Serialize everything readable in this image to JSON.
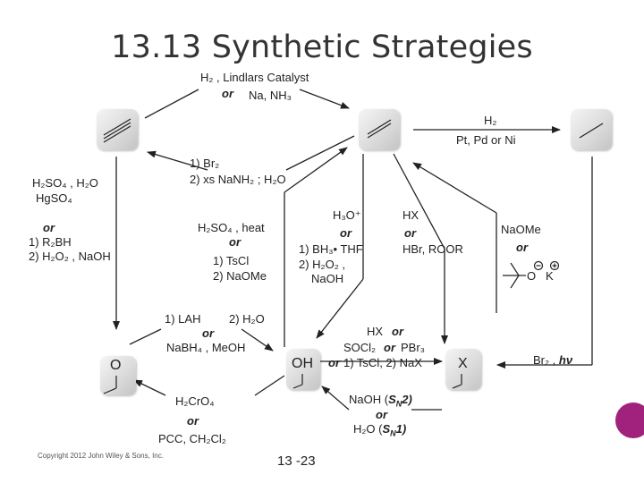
{
  "slide": {
    "title": "13.13 Synthetic Strategies",
    "copyright": "Copyright 2012 John Wiley & Sons, Inc.",
    "page_number": "13 -23"
  },
  "nodes": {
    "alkyne": "alkyne",
    "alkene": "alkene",
    "alkane": "alkane",
    "carbonyl": "O",
    "alcohol": "OH",
    "halide": "X"
  },
  "reagents": {
    "h2_lindlar": "H₂ , Lindlars Catalyst",
    "or_top": "or",
    "na_nh3": "Na, NH₃",
    "br2_step1": "1) Br₂",
    "nanh2_step2": "2) xs NaNH₂ ; H₂O",
    "h2_label": "H₂",
    "pt_pd_ni": "Pt, Pd or Ni",
    "h2so4_h2o": "H₂SO₄ , H₂O",
    "hgso4": "HgSO₄",
    "or_left": "or",
    "r2bh": "1) R₂BH",
    "h2o2_naoh": "2) H₂O₂ , NaOH",
    "h2so4_heat": "H₂SO₄ , heat",
    "or_mid1": "or",
    "tscl": "1)  TsCl",
    "naome_mid": "2)  NaOMe",
    "h3o": "H₃O⁺",
    "or_mid2": "or",
    "bh3_thf": "1) BH₃• THF",
    "h2o2": "2) H₂O₂ ,",
    "naoh_mid": "NaOH",
    "hx_right": "HX",
    "or_right": "or",
    "hbr_roor": "HBr, ROOR",
    "naome_right": "NaOMe",
    "or_right2": "or",
    "k_plus": "K",
    "o_minus": "O",
    "lah": "1) LAH",
    "h2o_lah": "2) H₂O",
    "or_lah": "or",
    "nabh4": "NaBH₄ , MeOH",
    "hx_or": "HX",
    "or_hx": "or",
    "socl2": "SOCl₂",
    "or_socl2": "or",
    "pbr3": "PBr₃",
    "or_tscl": "or",
    "tscl_nax": "1) TsCl,   2) NaX",
    "h2cro4": "H₂CrO₄",
    "or_pcc": "or",
    "pcc": "PCC, CH₂Cl₂",
    "naoh_sn2_a": "NaOH (",
    "sn2": "S",
    "sn2_sub": "N",
    "sn2_num": "2)",
    "or_sn": "or",
    "h2o_sn1_a": "H₂O (",
    "sn1": "S",
    "sn1_sub": "N",
    "sn1_num": "1)",
    "br2_hv": "Br₂ ,",
    "hv": "hν"
  },
  "colors": {
    "accent_marker": "#a0227c",
    "arrow": "#222222",
    "node_bg": "#d9d9d9"
  }
}
